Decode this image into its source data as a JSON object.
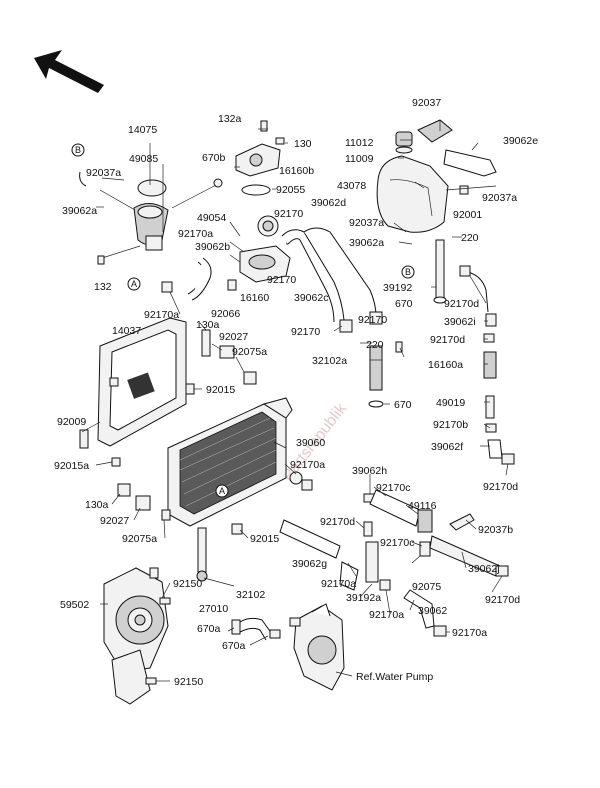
{
  "watermark": "Partsrepublik",
  "callouts": [
    {
      "id": "14075",
      "text": "14075"
    },
    {
      "id": "49085",
      "text": "49085"
    },
    {
      "id": "92037a_l",
      "text": "92037a"
    },
    {
      "id": "39062a_l",
      "text": "39062a"
    },
    {
      "id": "132",
      "text": "132"
    },
    {
      "id": "92170a_a",
      "text": "92170a"
    },
    {
      "id": "49054",
      "text": "49054"
    },
    {
      "id": "92170a_b",
      "text": "92170a"
    },
    {
      "id": "39062b",
      "text": "39062b"
    },
    {
      "id": "92170_a",
      "text": "92170"
    },
    {
      "id": "92170_b",
      "text": "92170"
    },
    {
      "id": "16160",
      "text": "16160"
    },
    {
      "id": "92066",
      "text": "92066"
    },
    {
      "id": "132a",
      "text": "132a"
    },
    {
      "id": "130",
      "text": "130"
    },
    {
      "id": "670b",
      "text": "670b"
    },
    {
      "id": "16160b",
      "text": "16160b"
    },
    {
      "id": "92055",
      "text": "92055"
    },
    {
      "id": "92037",
      "text": "92037"
    },
    {
      "id": "11012",
      "text": "11012"
    },
    {
      "id": "11009",
      "text": "11009"
    },
    {
      "id": "43078",
      "text": "43078"
    },
    {
      "id": "39062d",
      "text": "39062d"
    },
    {
      "id": "39062e",
      "text": "39062e"
    },
    {
      "id": "92037a_r",
      "text": "92037a"
    },
    {
      "id": "92001",
      "text": "92001"
    },
    {
      "id": "92037a_m",
      "text": "92037a"
    },
    {
      "id": "39062a_m",
      "text": "39062a"
    },
    {
      "id": "220_a",
      "text": "220"
    },
    {
      "id": "39062c",
      "text": "39062c"
    },
    {
      "id": "39192",
      "text": "39192"
    },
    {
      "id": "670_a",
      "text": "670"
    },
    {
      "id": "92170_c",
      "text": "92170"
    },
    {
      "id": "92170_d",
      "text": "92170"
    },
    {
      "id": "92170d_a",
      "text": "92170d"
    },
    {
      "id": "39062i",
      "text": "39062i"
    },
    {
      "id": "92170d_b",
      "text": "92170d"
    },
    {
      "id": "220_b",
      "text": "220"
    },
    {
      "id": "32102a",
      "text": "32102a"
    },
    {
      "id": "16160a",
      "text": "16160a"
    },
    {
      "id": "670_b",
      "text": "670"
    },
    {
      "id": "49019",
      "text": "49019"
    },
    {
      "id": "92170b",
      "text": "92170b"
    },
    {
      "id": "39062f",
      "text": "39062f"
    },
    {
      "id": "92170d_c",
      "text": "92170d"
    },
    {
      "id": "14037",
      "text": "14037"
    },
    {
      "id": "130a_a",
      "text": "130a"
    },
    {
      "id": "92027_a",
      "text": "92027"
    },
    {
      "id": "92075a_a",
      "text": "92075a"
    },
    {
      "id": "92015_a",
      "text": "92015"
    },
    {
      "id": "92009",
      "text": "92009"
    },
    {
      "id": "92015a",
      "text": "92015a"
    },
    {
      "id": "39060",
      "text": "39060"
    },
    {
      "id": "92170a_c",
      "text": "92170a"
    },
    {
      "id": "130a_b",
      "text": "130a"
    },
    {
      "id": "92027_b",
      "text": "92027"
    },
    {
      "id": "92075a_b",
      "text": "92075a"
    },
    {
      "id": "92015_b",
      "text": "92015"
    },
    {
      "id": "39062h",
      "text": "39062h"
    },
    {
      "id": "92170c_a",
      "text": "92170c"
    },
    {
      "id": "49116",
      "text": "49116"
    },
    {
      "id": "92170d_d",
      "text": "92170d"
    },
    {
      "id": "92037b",
      "text": "92037b"
    },
    {
      "id": "92170c_b",
      "text": "92170c"
    },
    {
      "id": "39062g",
      "text": "39062g"
    },
    {
      "id": "39062j",
      "text": "39062j"
    },
    {
      "id": "92075",
      "text": "92075"
    },
    {
      "id": "92170a_d",
      "text": "92170a"
    },
    {
      "id": "39192a",
      "text": "39192a"
    },
    {
      "id": "92170d_e",
      "text": "92170d"
    },
    {
      "id": "39062",
      "text": "39062"
    },
    {
      "id": "92170a_e",
      "text": "92170a"
    },
    {
      "id": "92170a_f",
      "text": "92170a"
    },
    {
      "id": "92150_a",
      "text": "92150"
    },
    {
      "id": "32102",
      "text": "32102"
    },
    {
      "id": "59502",
      "text": "59502"
    },
    {
      "id": "27010",
      "text": "27010"
    },
    {
      "id": "670a_a",
      "text": "670a"
    },
    {
      "id": "670a_b",
      "text": "670a"
    },
    {
      "id": "92150_b",
      "text": "92150"
    },
    {
      "id": "ref",
      "text": "Ref.Water Pump"
    }
  ],
  "markers": [
    {
      "id": "B1",
      "text": "B"
    },
    {
      "id": "A1",
      "text": "A"
    },
    {
      "id": "B2",
      "text": "B"
    },
    {
      "id": "A2",
      "text": "A"
    }
  ]
}
